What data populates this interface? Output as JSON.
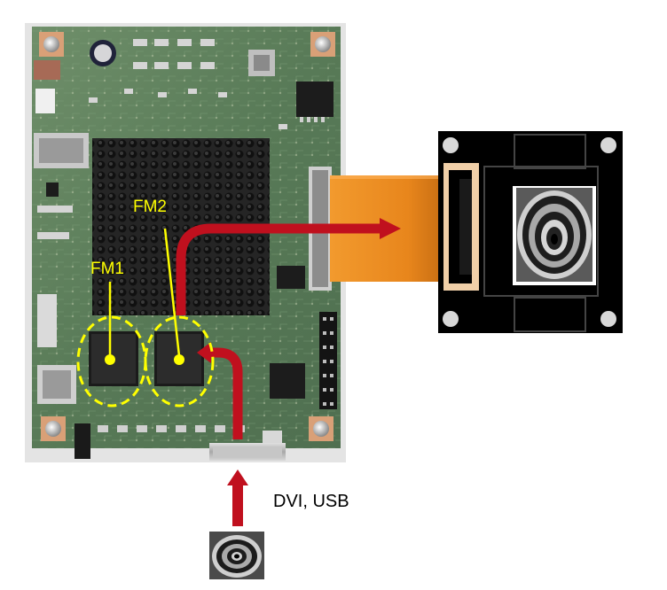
{
  "labels": {
    "fm1": "FM1",
    "fm2": "FM2",
    "input": "DVI, USB"
  },
  "colors": {
    "annotation": "#ffff00",
    "arrow": "#c0101e",
    "board": "#5e7f5c",
    "heatsink": "#252525",
    "cable": "#ea8a22",
    "module": "#000000"
  }
}
